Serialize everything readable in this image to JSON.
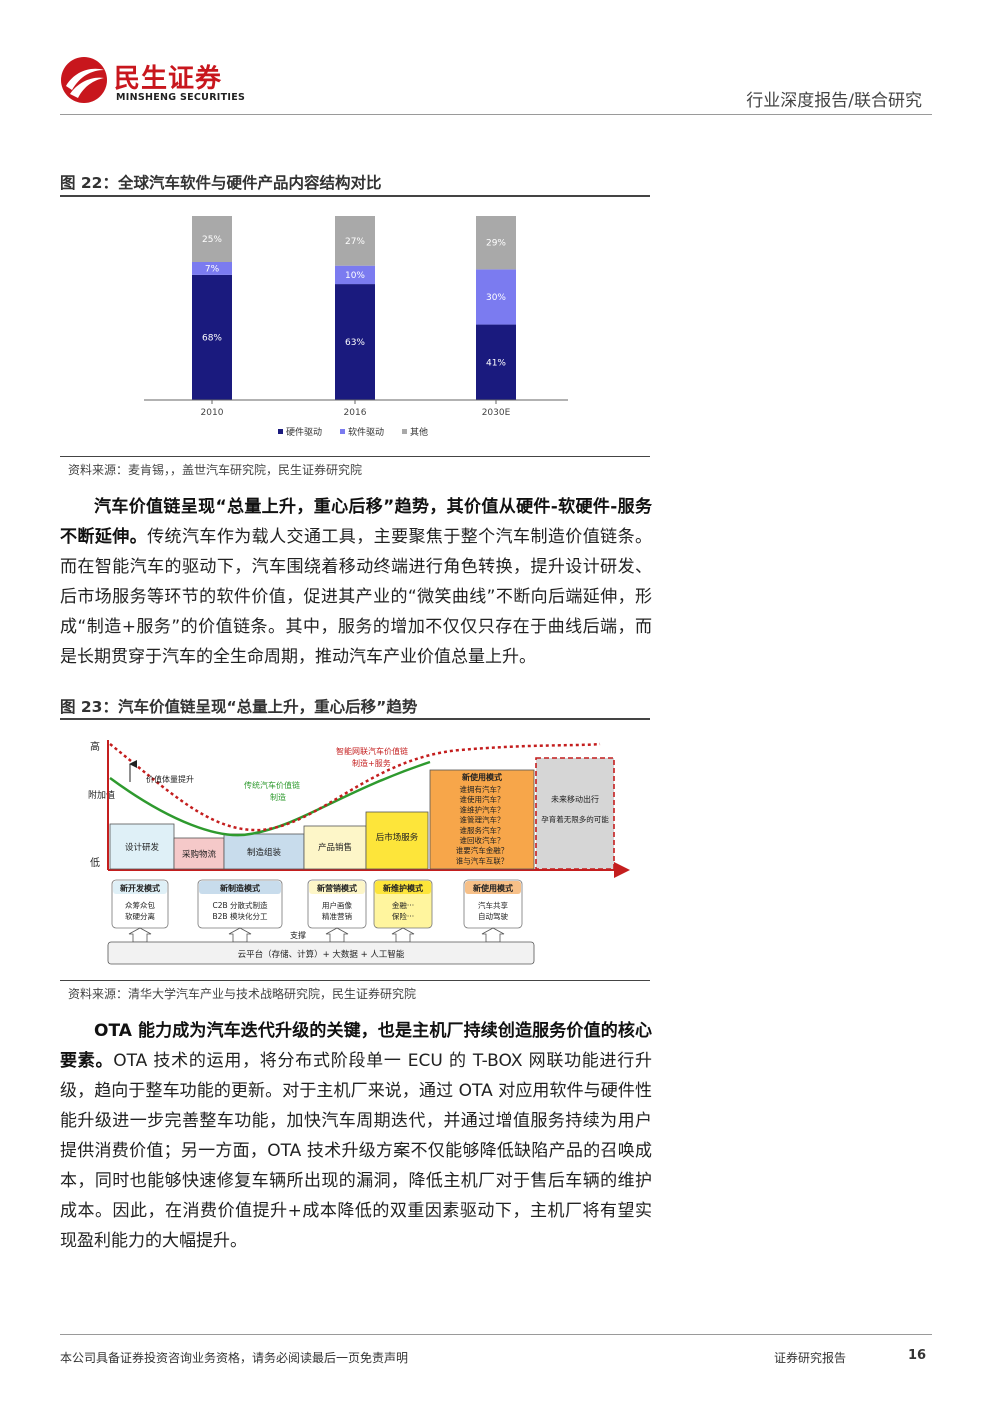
{
  "header": {
    "logo_cn": "民生证券",
    "logo_en": "MINSHENG SECURITIES",
    "report_type": "行业深度报告/联合研究"
  },
  "figure22": {
    "title": "图 22：全球汽车软件与硬件产品内容结构对比",
    "source": "资料来源：麦肯锡，，盖世汽车研究院，民生证券研究院"
  },
  "chart_data": {
    "type": "bar",
    "stacked": true,
    "categories": [
      "2010",
      "2016",
      "2030E"
    ],
    "series": [
      {
        "name": "硬件驱动",
        "values": [
          68,
          63,
          41
        ],
        "labels": [
          "68%",
          "63%",
          "41%"
        ],
        "color": "#1a1a7e"
      },
      {
        "name": "软件驱动",
        "values": [
          7,
          10,
          30
        ],
        "labels": [
          "7%",
          "10%",
          "30%"
        ],
        "color": "#7b7bf0"
      },
      {
        "name": "其他",
        "values": [
          25,
          27,
          29
        ],
        "labels": [
          "25%",
          "27%",
          "29%"
        ],
        "color": "#a9a9a9"
      }
    ],
    "ylim": [
      0,
      100
    ],
    "legend_position": "bottom",
    "grid": false
  },
  "paragraph1": {
    "bold": "汽车价值链呈现“总量上升，重心后移”趋势，其价值从硬件-软硬件-服务不断延伸。",
    "text": "传统汽车作为载人交通工具，主要聚焦于整个汽车制造价值链条。而在智能汽车的驱动下，汽车围绕着移动终端进行角色转换，提升设计研发、后市场服务等环节的软件价值，促进其产业的“微笑曲线”不断向后端延伸，形成“制造+服务”的价值链条。其中，服务的增加不仅仅只存在于曲线后端，而是长期贯穿于汽车的全生命周期，推动汽车产业价值总量上升。"
  },
  "figure23": {
    "title": "图 23：汽车价值链呈现“总量上升，重心后移”趋势",
    "source": "资料来源：清华大学汽车产业与技术战略研究院，民生证券研究院",
    "y_high": "高",
    "y_mid": "附加值",
    "y_low": "低",
    "value_rise": "价值体量提升",
    "smart_chain": "智能网联汽车价值链",
    "smart_chain_sub": "制造+服务",
    "trad_chain": "传统汽车价值链",
    "trad_chain_sub": "制造",
    "stages": [
      "设计研发",
      "采购物流",
      "制造组装",
      "产品销售",
      "后市场服务"
    ],
    "new_use_title": "新使用模式",
    "new_use_items": [
      "谁拥有汽车？",
      "谁使用汽车？",
      "谁维护汽车？",
      "谁管理汽车？",
      "谁服务汽车？",
      "谁回收汽车？",
      "谁要汽车金融？",
      "谁与汽车互联？"
    ],
    "future_title": "未来移动出行",
    "future_text": "孕育着无限多的可能",
    "modes": [
      {
        "title": "新开发模式",
        "l1": "众筹众包",
        "l2": "软硬分离"
      },
      {
        "title": "新制造模式",
        "l1": "C2B    分散式制造",
        "l2": "B2B    模块化分工"
      },
      {
        "title": "新营销模式",
        "l1": "用户画像",
        "l2": "精准营销"
      },
      {
        "title": "新维护模式",
        "l1": "金融···",
        "l2": "保险···"
      },
      {
        "title": "新使用模式",
        "l1": "汽车共享",
        "l2": "自动驾驶"
      }
    ],
    "support": "支撑",
    "cloud": "云平台（存储、计算）+ 大数据 + 人工智能"
  },
  "paragraph2": {
    "bold": "OTA 能力成为汽车迭代升级的关键，也是主机厂持续创造服务价值的核心要素。",
    "text": "OTA 技术的运用，将分布式阶段单一 ECU 的 T-BOX 网联功能进行升级，趋向于整车功能的更新。对于主机厂来说，通过 OTA 对应用软件与硬件性能升级进一步完善整车功能，加快汽车周期迭代，并通过增值服务持续为用户提供消费价值；另一方面，OTA 技术升级方案不仅能够降低缺陷产品的召唤成本，同时也能够快速修复车辆所出现的漏洞，降低主机厂对于售后车辆的维护成本。因此，在消费价值提升+成本降低的双重因素驱动下，主机厂将有望实现盈利能力的大幅提升。"
  },
  "footer": {
    "disclaimer": "本公司具备证券投资咨询业务资格，请务必阅读最后一页免责声明",
    "report_label": "证券研究报告",
    "page_number": "16"
  }
}
